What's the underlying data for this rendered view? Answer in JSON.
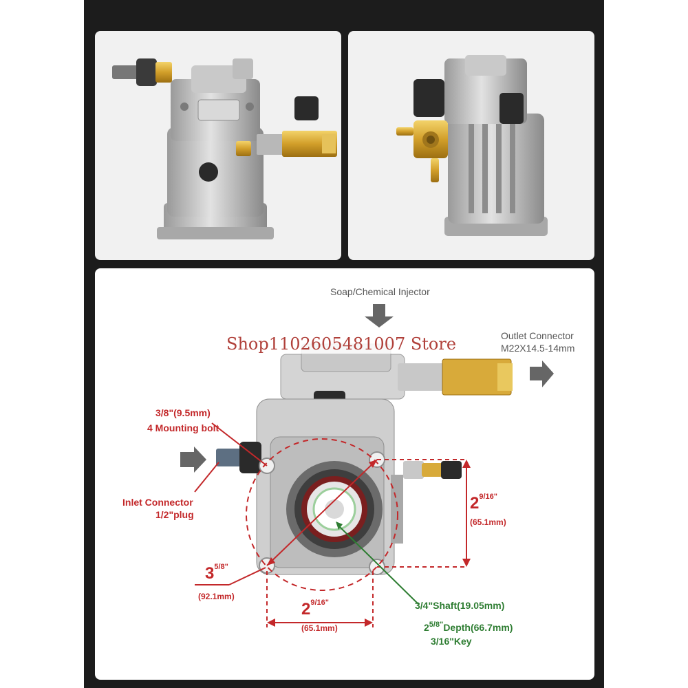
{
  "watermark": "Shop1102605481007 Store",
  "photos": {
    "left_alt": "Pump side view",
    "right_alt": "Pump rear view"
  },
  "labels": {
    "soap_injector": "Soap/Chemical Injector",
    "outlet_title": "Outlet Connector",
    "outlet_size": "M22X14.5-14mm",
    "bolt_size": "3/8\"(9.5mm)",
    "bolt_count": "4 Mounting bolt",
    "inlet_title": "Inlet Connector",
    "inlet_plug": "1/2\"plug",
    "height_whole": "2",
    "height_frac": "9/16\"",
    "height_mm": "(65.1mm)",
    "circle_whole": "3",
    "circle_frac": "5/8\"",
    "circle_mm": "(92.1mm)",
    "width_whole": "2",
    "width_frac": "9/16\"",
    "width_mm": "(65.1mm)",
    "shaft": "3/4\"Shaft(19.05mm)",
    "depth_whole": "2",
    "depth_frac": "5/8\"",
    "depth_text": "Depth(66.7mm)",
    "key": "3/16\"Key"
  },
  "colors": {
    "dimension_red": "#c3282a",
    "shaft_green": "#2e7d32",
    "arrow_gray": "#666666",
    "frame_dark": "#1c1c1c"
  }
}
